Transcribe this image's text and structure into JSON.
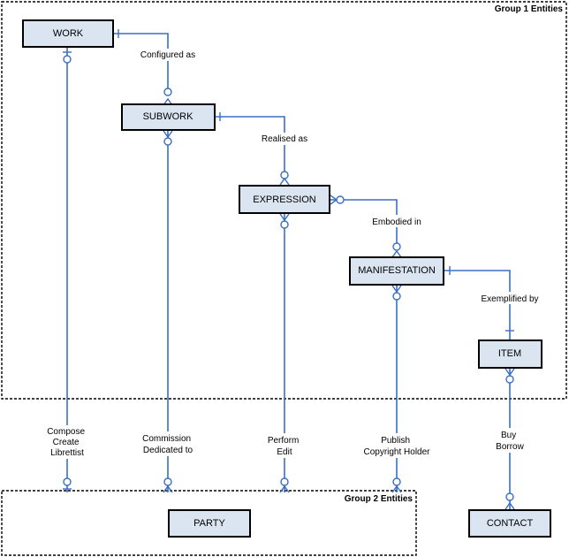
{
  "groups": {
    "group1": "Group 1 Entities",
    "group2": "Group 2 Entities"
  },
  "entities": {
    "work": "WORK",
    "subwork": "SUBWORK",
    "expression": "EXPRESSION",
    "manifestation": "MANIFESTATION",
    "item": "ITEM",
    "party": "PARTY",
    "contact": "CONTACT"
  },
  "relationships": {
    "configured_as": "Configured as",
    "realised_as": "Realised as",
    "embodied_in": "Embodied in",
    "exemplified_by": "Exemplified by",
    "work_party": [
      "Compose",
      "Create",
      "Librettist"
    ],
    "subwork_party": [
      "Commission",
      "Dedicated to"
    ],
    "expression_party": [
      "Perform",
      "Edit"
    ],
    "manifestation_party": [
      "Publish",
      "Copyright Holder"
    ],
    "item_contact": [
      "Buy",
      "Borrow"
    ]
  },
  "colors": {
    "connector": "#3a6fc4",
    "entity_fill": "#dbe5f1",
    "entity_border": "#000000"
  }
}
